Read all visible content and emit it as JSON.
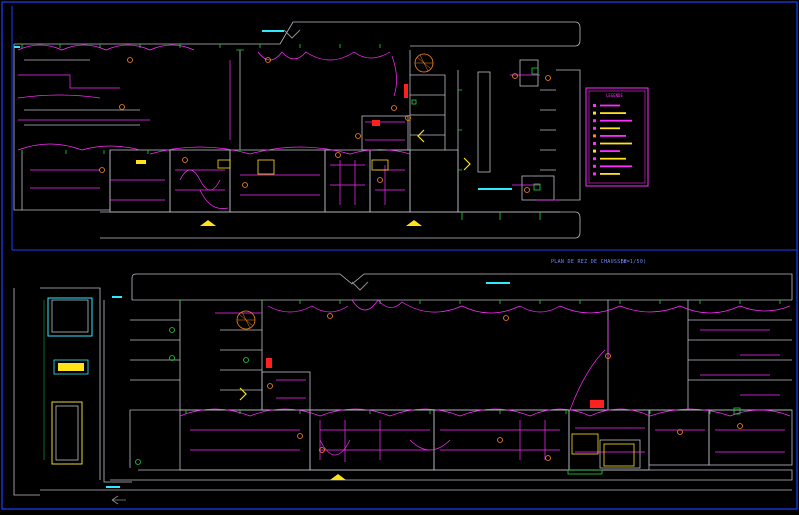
{
  "drawing": {
    "sheet_title": "PLAN DE REZ DE CHAUSSEE",
    "sheet_scale": "(e=1/50)"
  },
  "colors": {
    "background": "#000000",
    "frame": "#1f3cff",
    "wall": "#b9bdc7",
    "wiring": "#ff2bff",
    "green": "#21d43b",
    "cyan": "#2fe9ff",
    "yellow": "#ffe21a",
    "orange": "#ff8a1a",
    "red": "#ff2020",
    "white": "#ffffff"
  },
  "legend": {
    "title": "LEGENDE"
  }
}
